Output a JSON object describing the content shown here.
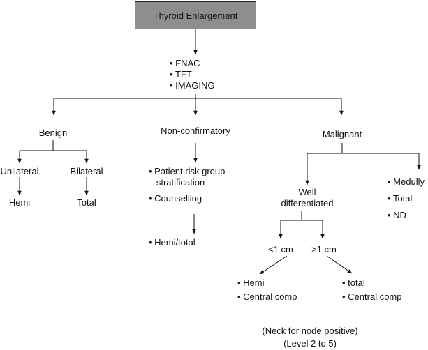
{
  "title": "Thyroid Enlargement",
  "investigations": [
    "FNAC",
    "TFT",
    "IMAGING"
  ],
  "benign": {
    "label": "Benign",
    "unilateral": "Unilateral",
    "unilateral_result": "Hemi",
    "bilateral": "Bilateral",
    "bilateral_result": "Total"
  },
  "non_confirmatory": {
    "label": "Non-confirmatory",
    "steps": [
      "Patient risk group stratification",
      "Counselling"
    ],
    "step1_line1": "Patient risk group",
    "step1_line2": "stratification",
    "result": "Hemi/total"
  },
  "malignant": {
    "label": "Malignant",
    "other": [
      "Medully",
      "Total",
      "ND"
    ],
    "well_line1": "Well",
    "well_line2": "differentiated",
    "small": {
      "label": "<1 cm",
      "items": [
        "Hemi",
        "Central comp"
      ]
    },
    "large": {
      "label": ">1 cm",
      "items": [
        "total",
        "Central comp"
      ]
    },
    "note_line1": "(Neck for node positive)",
    "note_line2": "(Level 2 to 5)"
  }
}
